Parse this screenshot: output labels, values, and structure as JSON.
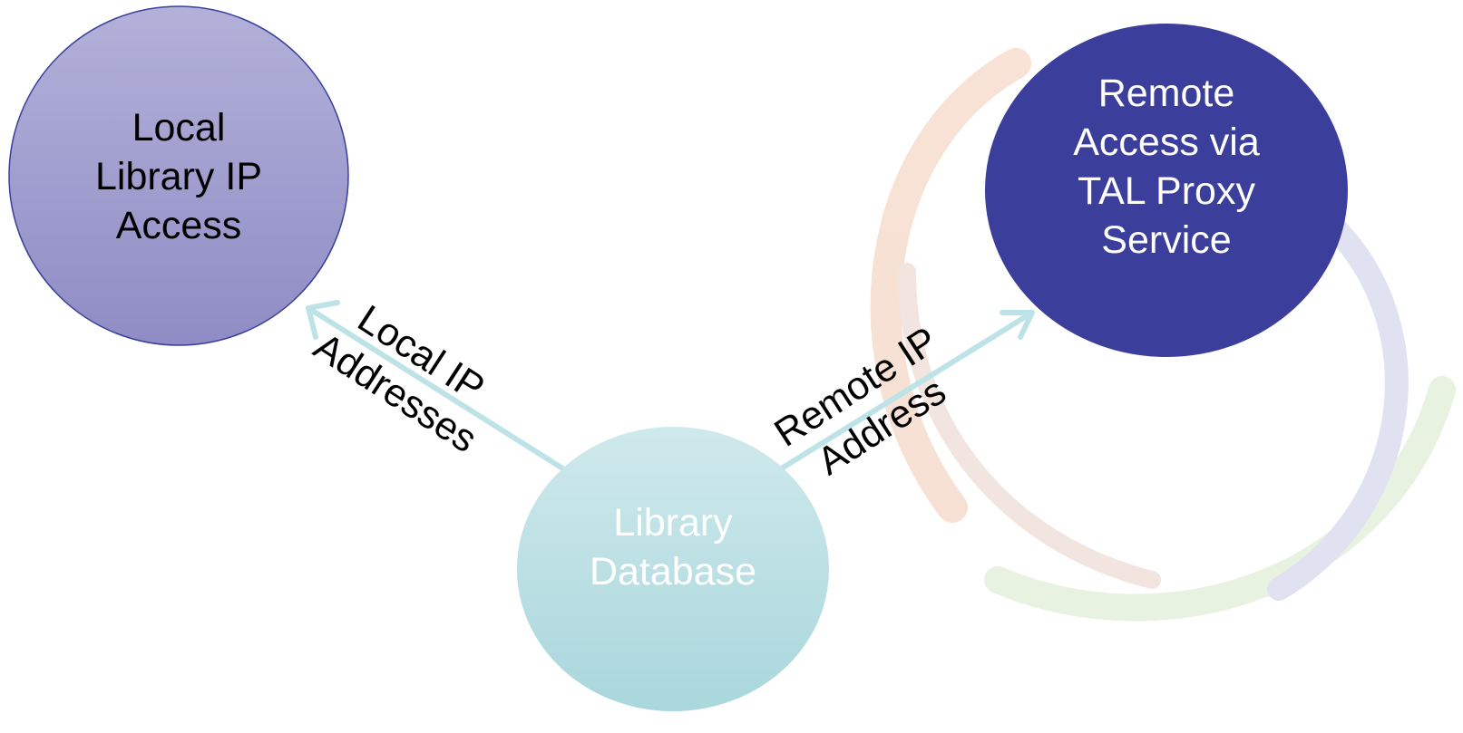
{
  "nodes": {
    "local": {
      "lines": [
        "Local",
        "Library IP",
        "Access"
      ],
      "fill_top": "#b3b1d9",
      "fill_bottom": "#8f8cc5",
      "stroke": "#3b3f9b",
      "text_color": "#000000"
    },
    "remote": {
      "lines": [
        "Remote",
        "Access via",
        "TAL Proxy",
        "Service"
      ],
      "fill": "#3b3f9b",
      "text_color": "#ffffff"
    },
    "database": {
      "lines": [
        "Library",
        "Database"
      ],
      "fill_top": "#cfe9ec",
      "fill_bottom": "#a9d7dc",
      "text_color": "#ffffff"
    }
  },
  "edges": {
    "local": {
      "lines": [
        "Local IP",
        "Addresses"
      ],
      "color": "#bde3e8"
    },
    "remote": {
      "lines": [
        "Remote IP",
        "Address"
      ],
      "color": "#bde3e8"
    }
  },
  "background_swirl_colors": [
    "#f2c9b3",
    "#d6e8c8",
    "#c7cbe8",
    "#e8d0c8"
  ]
}
